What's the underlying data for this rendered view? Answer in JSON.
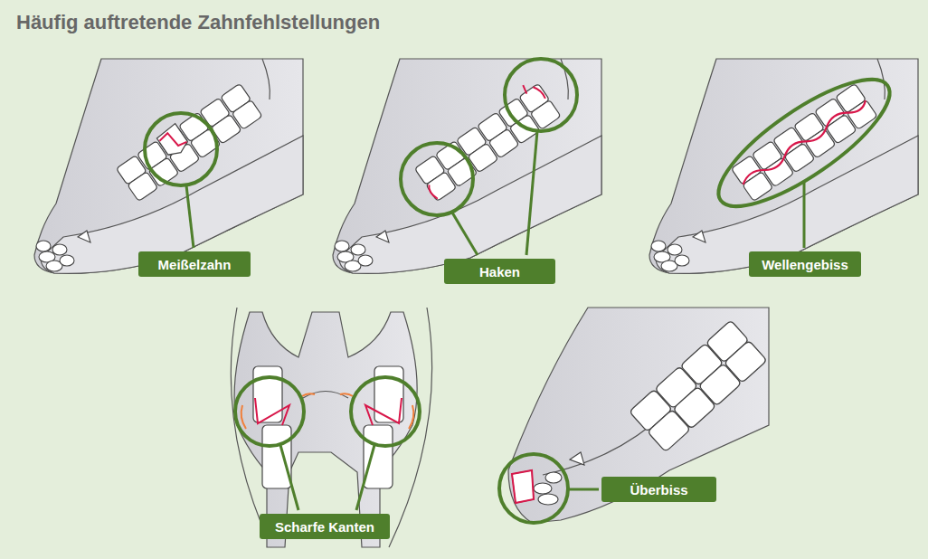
{
  "diagram": {
    "title": "Häufig auftretende Zahnfehlstellungen",
    "nodes": [
      {
        "text": [
          "Meißelzahn"
        ]
      },
      {
        "text": [
          "Haken"
        ]
      },
      {
        "text": [
          "Wellengebiss"
        ]
      },
      {
        "text": [
          "Scharfe Kanten"
        ]
      },
      {
        "text": [
          "Überbiss"
        ]
      }
    ]
  }
}
